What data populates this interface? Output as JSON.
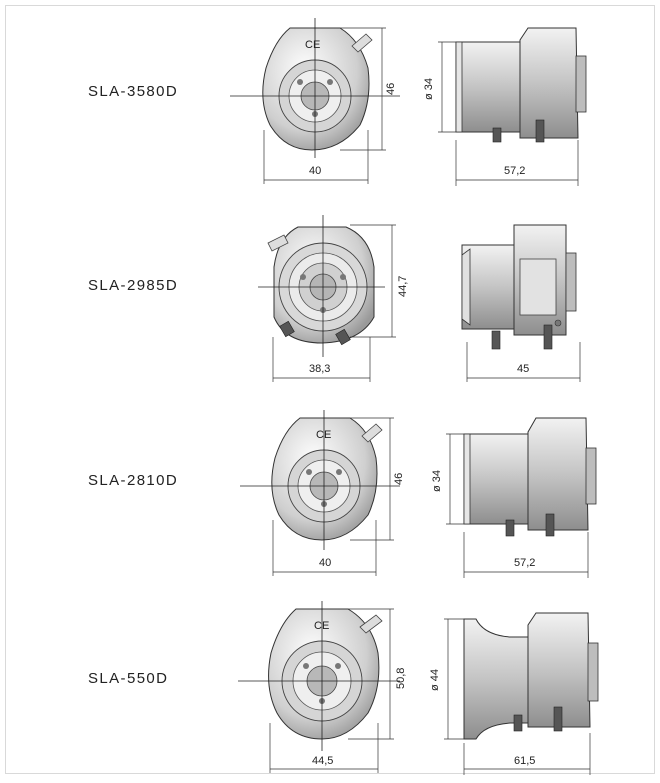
{
  "lenses": [
    {
      "model": "SLA-3580D",
      "width_dim": "40",
      "height_dim": "46",
      "diameter_dim": "ø 34",
      "length_dim": "57,2"
    },
    {
      "model": "SLA-2985D",
      "width_dim": "38,3",
      "height_dim": "44,7",
      "diameter_dim": "",
      "length_dim": "45"
    },
    {
      "model": "SLA-2810D",
      "width_dim": "40",
      "height_dim": "46",
      "diameter_dim": "ø 34",
      "length_dim": "57,2"
    },
    {
      "model": "SLA-550D",
      "width_dim": "44,5",
      "height_dim": "50,8",
      "diameter_dim": "ø 44",
      "length_dim": "61,5"
    }
  ],
  "ce_mark": "CE"
}
